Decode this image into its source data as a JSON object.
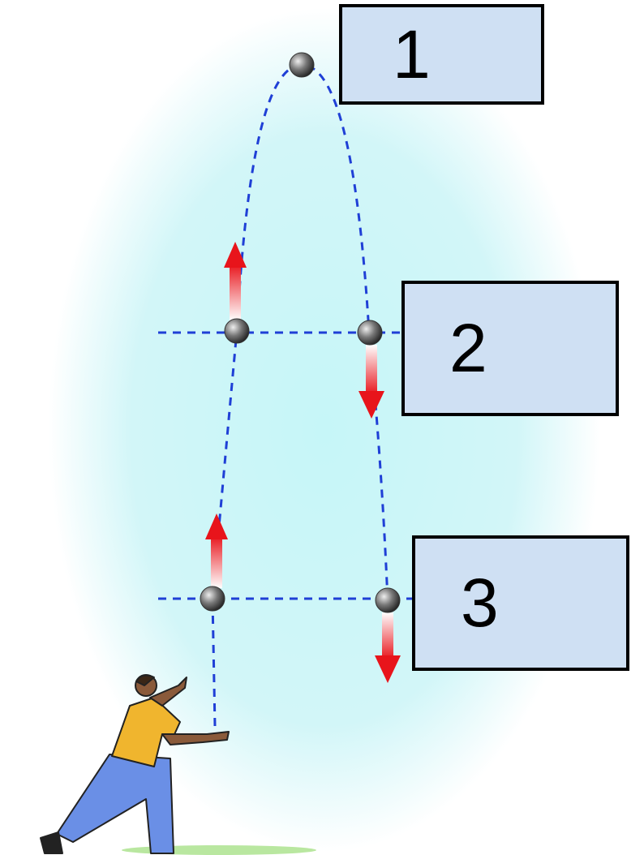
{
  "labels": {
    "box1": "1",
    "box2": "2",
    "box3": "3"
  },
  "colors": {
    "trajectory": "#1f3fd6",
    "arrow": "#e8141b",
    "box_fill": "#cfe0f3",
    "background_glow": "#c6f6f8"
  }
}
